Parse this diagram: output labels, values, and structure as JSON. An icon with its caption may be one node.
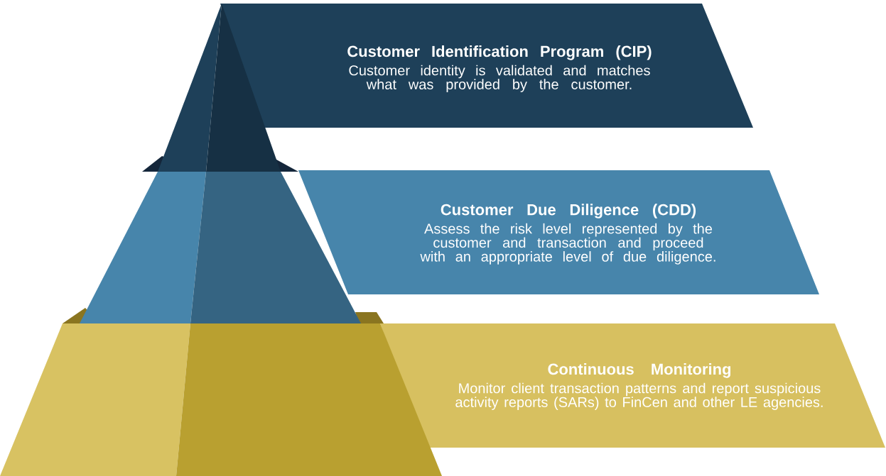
{
  "diagram": {
    "nodes": [
      {
        "text": [
          "Customer Identification Program (CIP)",
          "Customer identity is validated and matches what was provided by the customer."
        ]
      },
      {
        "text": [
          "Customer Due Diligence (CDD)",
          "Assess the risk level represented by the customer and transaction and proceed with an appropriate level of due diligence."
        ]
      },
      {
        "text": [
          "Continuous Monitoring",
          "Monitor client transaction patterns and report suspicious activity reports (SARs) to FinCen and other LE agencies."
        ]
      }
    ]
  }
}
